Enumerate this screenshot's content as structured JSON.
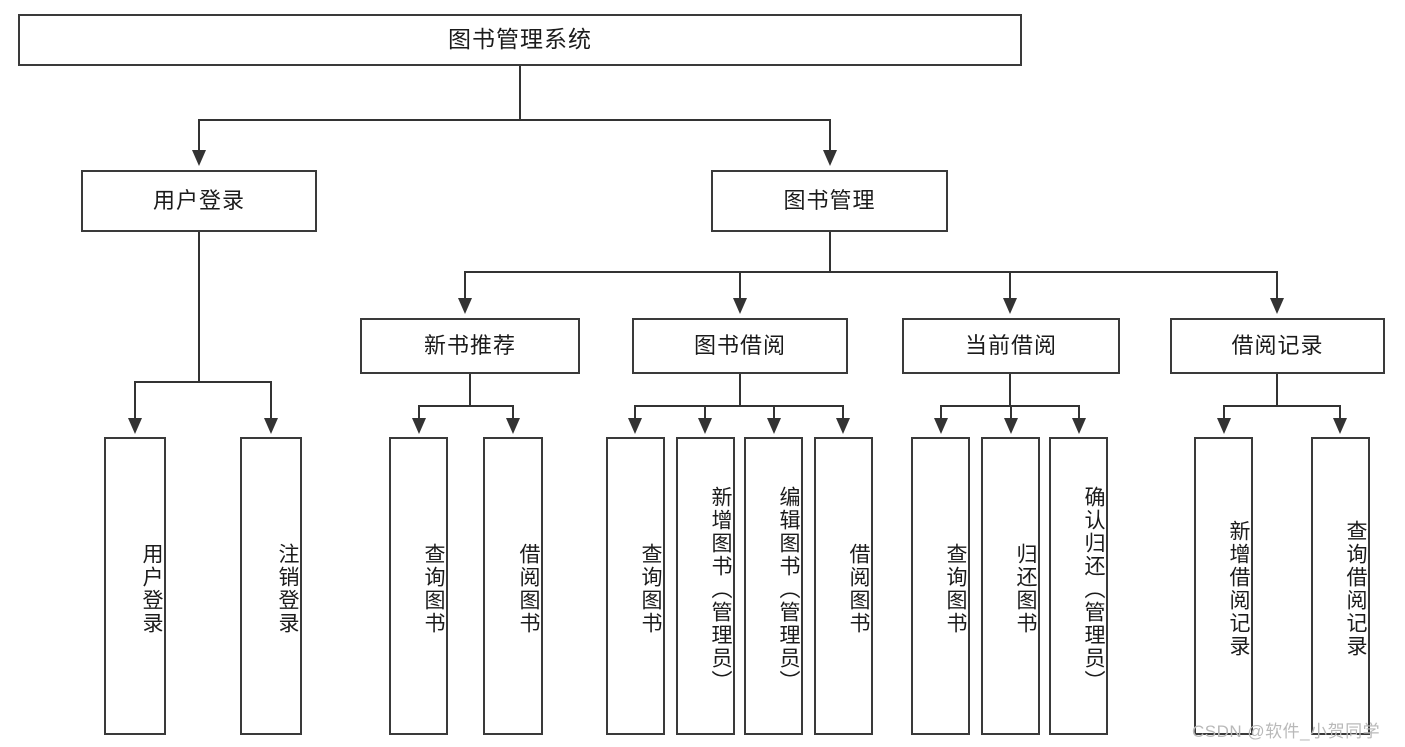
{
  "diagram": {
    "type": "tree",
    "title": "图书管理系统",
    "root": {
      "label": "图书管理系统",
      "children": [
        {
          "label": "用户登录",
          "children": [
            {
              "label": "用户登录"
            },
            {
              "label": "注销登录"
            }
          ]
        },
        {
          "label": "图书管理",
          "children": [
            {
              "label": "新书推荐",
              "children": [
                {
                  "label": "查询图书"
                },
                {
                  "label": "借阅图书"
                }
              ]
            },
            {
              "label": "图书借阅",
              "children": [
                {
                  "label": "查询图书"
                },
                {
                  "label": "新增图书（管理员）"
                },
                {
                  "label": "编辑图书（管理员）"
                },
                {
                  "label": "借阅图书"
                }
              ]
            },
            {
              "label": "当前借阅",
              "children": [
                {
                  "label": "查询图书"
                },
                {
                  "label": "归还图书"
                },
                {
                  "label": "确认归还（管理员）"
                }
              ]
            },
            {
              "label": "借阅记录",
              "children": [
                {
                  "label": "新增借阅记录"
                },
                {
                  "label": "查询借阅记录"
                }
              ]
            }
          ]
        }
      ]
    },
    "nodes": {
      "root": "图书管理系统",
      "l1_user_login": "用户登录",
      "l1_book_manage": "图书管理",
      "l2_new_book": "新书推荐",
      "l2_book_borrow": "图书借阅",
      "l2_current_borrow": "当前借阅",
      "l2_borrow_record": "借阅记录",
      "leaf_user_login": "用户登录",
      "leaf_logout": "注销登录",
      "leaf_nb_query": "查询图书",
      "leaf_nb_borrow": "借阅图书",
      "leaf_bb_query": "查询图书",
      "leaf_bb_add": "新增图书（管理员）",
      "leaf_bb_edit": "编辑图书（管理员）",
      "leaf_bb_borrow": "借阅图书",
      "leaf_cb_query": "查询图书",
      "leaf_cb_return": "归还图书",
      "leaf_cb_confirm": "确认归还（管理员）",
      "leaf_br_add": "新增借阅记录",
      "leaf_br_query": "查询借阅记录"
    },
    "colors": {
      "background": "#ffffff",
      "box_border": "#3a3a3a",
      "connector": "#333333",
      "text": "#1b1b1b",
      "watermark": "#b9b9b9"
    }
  },
  "watermark": {
    "text": "CSDN @软件_小贺同学"
  }
}
